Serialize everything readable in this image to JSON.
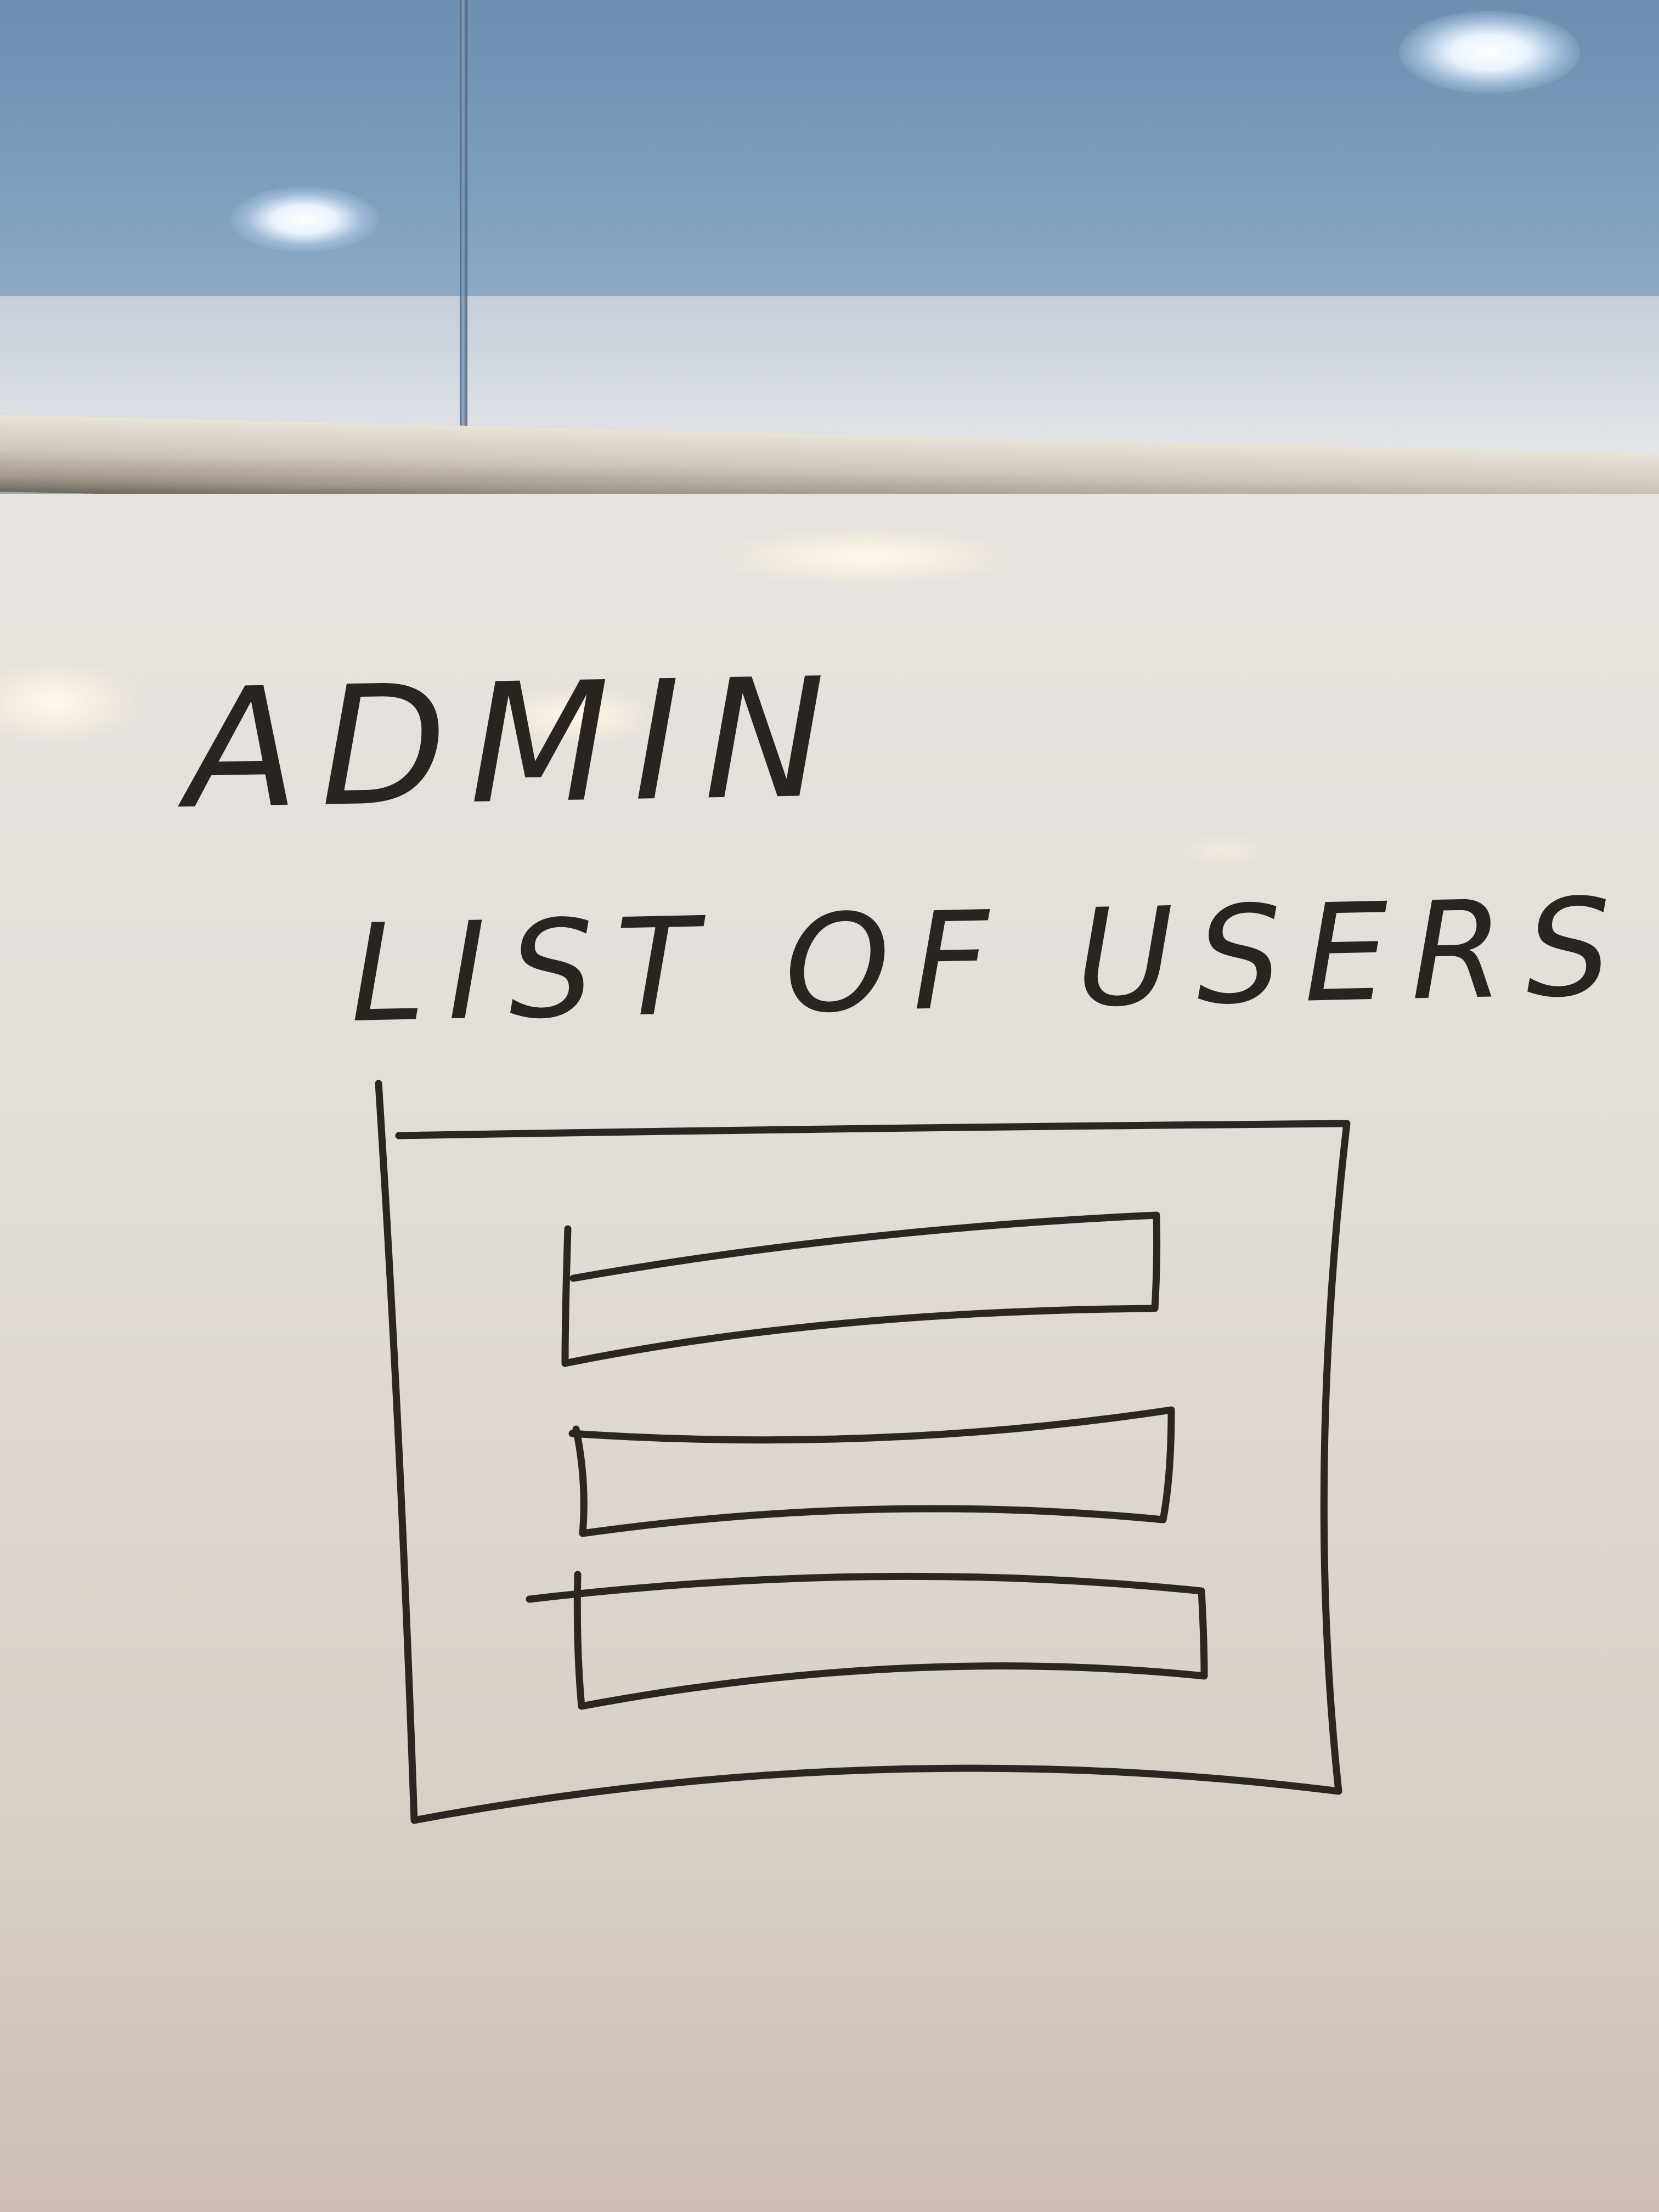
{
  "whiteboard": {
    "heading": "ADMIN",
    "subheading": "LIST OF USERS",
    "sketch": {
      "component": "list",
      "rows": 3
    }
  },
  "colors": {
    "marker": "#2c2622",
    "board": "#e5e0da",
    "ceiling": "#7496b8"
  },
  "icons": [
    "ceiling-light-icon"
  ]
}
